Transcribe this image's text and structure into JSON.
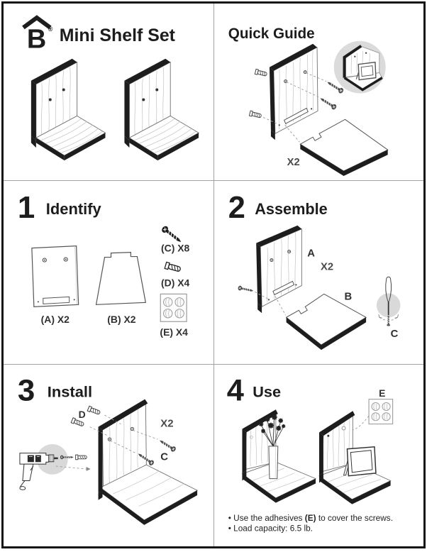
{
  "colors": {
    "ink": "#1d1d1d",
    "outline": "#6e6e6e",
    "inset_gray": "#dbdbdb",
    "divider": "#a3a3a3"
  },
  "header": {
    "brand_letter": "B",
    "registered": "®",
    "title": "Mini Shelf Set"
  },
  "quick_guide": {
    "title": "Quick Guide",
    "qty": "X2"
  },
  "step1": {
    "num": "1",
    "title": "Identify",
    "part_a": "(A) X2",
    "part_b": "(B) X2",
    "part_c": "(C) X8",
    "part_d": "(D) X4",
    "part_e": "(E) X4"
  },
  "step2": {
    "num": "2",
    "title": "Assemble",
    "label_a": "A",
    "label_b": "B",
    "label_c": "C",
    "qty": "X2"
  },
  "step3": {
    "num": "3",
    "title": "Install",
    "label_c": "C",
    "label_d": "D",
    "qty": "X2"
  },
  "step4": {
    "num": "4",
    "title": "Use",
    "label_e": "E",
    "note1_pre": "• Use the adhesives ",
    "note1_bold": "(E)",
    "note1_post": " to cover the screws.",
    "note2": "• Load capacity: 6.5 lb."
  }
}
